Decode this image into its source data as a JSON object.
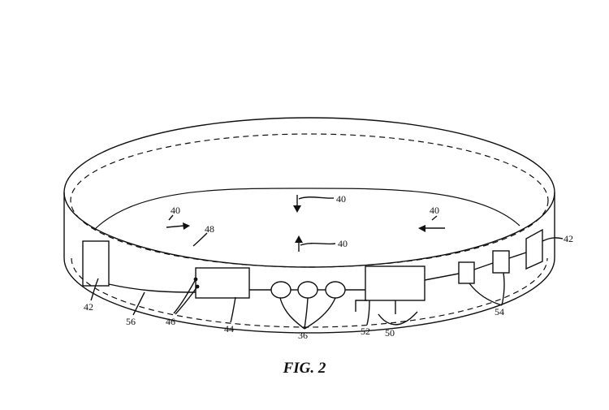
{
  "figure": {
    "caption": "FIG. 2",
    "labels": {
      "l40_top": "40",
      "l40_left": "40",
      "l40_right": "40",
      "l40_mid": "40",
      "l48": "48",
      "l42_right": "42",
      "l42_left": "42",
      "l56": "56",
      "l46": "46",
      "l44": "44",
      "l36": "36",
      "l52": "52",
      "l50": "50",
      "l54": "54"
    }
  }
}
